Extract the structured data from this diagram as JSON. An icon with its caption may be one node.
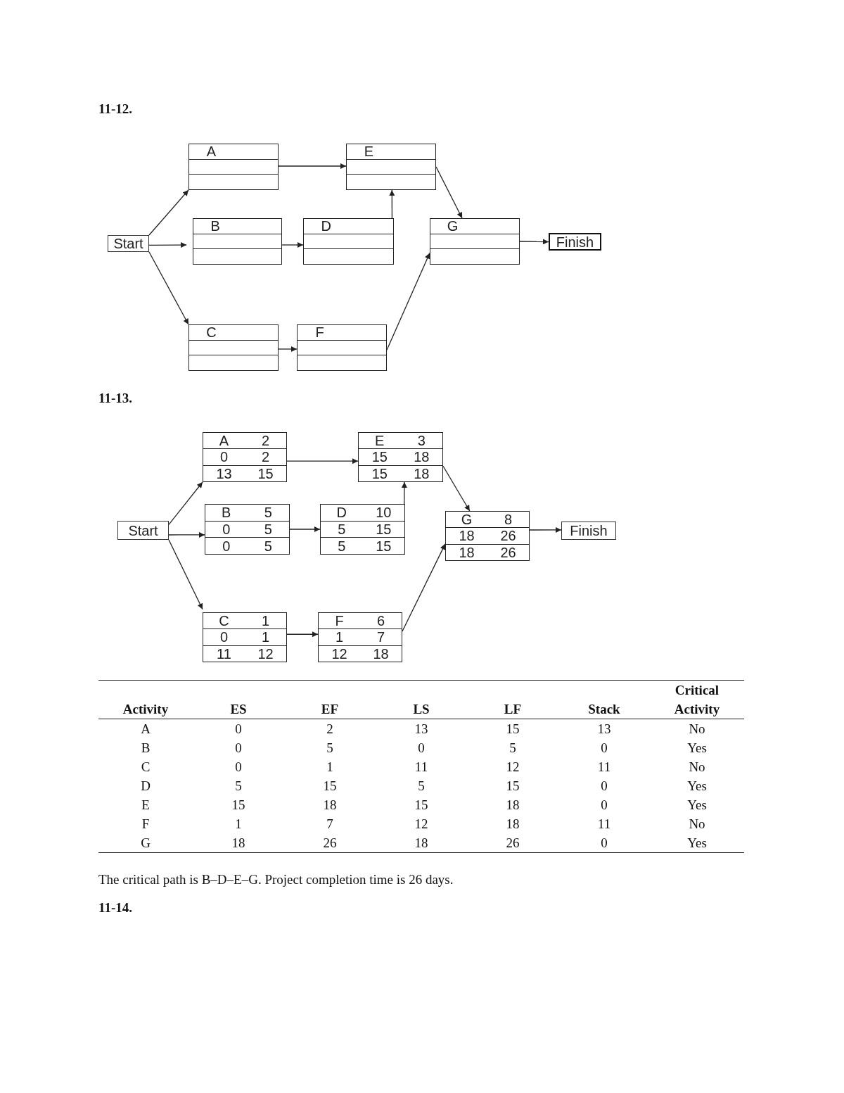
{
  "diagram": {
    "nodes": [
      {
        "text": [
          "Start"
        ]
      },
      {
        "text": [
          "A"
        ]
      },
      {
        "text": [
          "B"
        ]
      },
      {
        "text": [
          "C"
        ]
      },
      {
        "text": [
          "D"
        ]
      },
      {
        "text": [
          "E"
        ]
      },
      {
        "text": [
          "F"
        ]
      },
      {
        "text": [
          "G"
        ]
      },
      {
        "text": [
          "Finish"
        ]
      },
      {
        "text": [
          "Start"
        ]
      },
      {
        "text": [
          "A",
          "2",
          "0",
          "2",
          "13",
          "15"
        ]
      },
      {
        "text": [
          "B",
          "5",
          "0",
          "5",
          "0",
          "5"
        ]
      },
      {
        "text": [
          "C",
          "1",
          "0",
          "1",
          "11",
          "12"
        ]
      },
      {
        "text": [
          "D",
          "10",
          "5",
          "15",
          "5",
          "15"
        ]
      },
      {
        "text": [
          "E",
          "3",
          "15",
          "18",
          "15",
          "18"
        ]
      },
      {
        "text": [
          "F",
          "6",
          "1",
          "7",
          "12",
          "18"
        ]
      },
      {
        "text": [
          "G",
          "8",
          "18",
          "26",
          "18",
          "26"
        ]
      },
      {
        "text": [
          "Finish"
        ]
      }
    ],
    "edges": [
      {
        "from": 0,
        "to": 1,
        "arrow": "to"
      },
      {
        "from": 0,
        "to": 2,
        "arrow": "to"
      },
      {
        "from": 0,
        "to": 3,
        "arrow": "to"
      },
      {
        "from": 1,
        "to": 5,
        "arrow": "to"
      },
      {
        "from": 2,
        "to": 4,
        "arrow": "to"
      },
      {
        "from": 4,
        "to": 5,
        "arrow": "to"
      },
      {
        "from": 3,
        "to": 6,
        "arrow": "to"
      },
      {
        "from": 5,
        "to": 7,
        "arrow": "to"
      },
      {
        "from": 6,
        "to": 7,
        "arrow": "to"
      },
      {
        "from": 7,
        "to": 8,
        "arrow": "to"
      },
      {
        "from": 9,
        "to": 10,
        "arrow": "to"
      },
      {
        "from": 9,
        "to": 11,
        "arrow": "to"
      },
      {
        "from": 9,
        "to": 12,
        "arrow": "to"
      },
      {
        "from": 10,
        "to": 14,
        "arrow": "to"
      },
      {
        "from": 11,
        "to": 13,
        "arrow": "to"
      },
      {
        "from": 13,
        "to": 14,
        "arrow": "to"
      },
      {
        "from": 12,
        "to": 15,
        "arrow": "to"
      },
      {
        "from": 14,
        "to": 16,
        "arrow": "to"
      },
      {
        "from": 15,
        "to": 16,
        "arrow": "to"
      },
      {
        "from": 16,
        "to": 17,
        "arrow": "to"
      }
    ],
    "labels": [
      "11-12.",
      "11-13.",
      "Activity",
      "ES",
      "EF",
      "LS",
      "LF",
      "Stack",
      "Critical Activity",
      "A",
      "0",
      "2",
      "13",
      "15",
      "13",
      "No",
      "B",
      "0",
      "5",
      "0",
      "5",
      "0",
      "Yes",
      "C",
      "0",
      "1",
      "11",
      "12",
      "11",
      "No",
      "D",
      "5",
      "15",
      "5",
      "15",
      "0",
      "Yes",
      "E",
      "15",
      "18",
      "15",
      "18",
      "0",
      "Yes",
      "F",
      "1",
      "7",
      "12",
      "18",
      "11",
      "No",
      "G",
      "18",
      "26",
      "18",
      "26",
      "0",
      "Yes",
      "The critical path is B–D–E–G. Project completion time is 26 days.",
      "11-14."
    ]
  }
}
